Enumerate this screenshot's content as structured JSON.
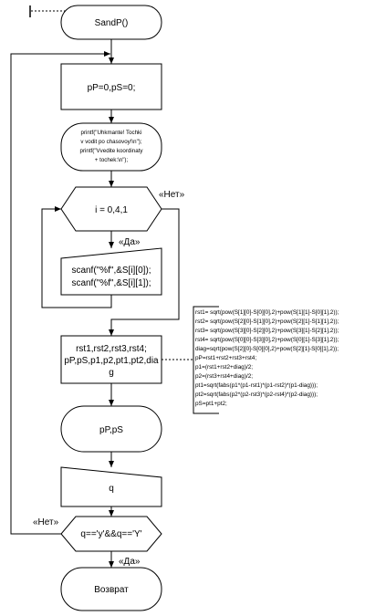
{
  "flowchart": {
    "start": "SandP()",
    "assign": "pP=0,pS=0;",
    "print_lines": [
      "printf(\"Uhkmante! Tochki",
      "v vodit po chasovoy!\\n\");",
      "printf(\"Vvedite koordinaty",
      "+ tochek:\\n\");"
    ],
    "loop_condition": "i = 0,4,1",
    "loop_no_label": "«Нет»",
    "loop_yes_label": "«Да»",
    "input_lines": [
      "scanf(\"%f\",&S[i][0]);",
      "scanf(\"%f\",&S[i][1]);"
    ],
    "compute_lines": [
      "rst1,rst2,rst3,rst4;",
      "pP,pS,p1,p2,pt1,pt2,dia",
      "g"
    ],
    "code_lines": [
      "rst1= sqrt(pow(S[1][0]-S[0][0],2)+pow(S[1][1]-S[0][1],2));",
      "rst2= sqrt(pow(S[2][0]-S[1][0],2)+pow(S[2][1]-S[1][1],2));",
      "rst3= sqrt(pow(S[3][0]-S[2][0],2)+pow(S[3][1]-S[2][1],2));",
      "rst4= sqrt(pow(S[0][0]-S[3][0],2)+pow(S[0][1]-S[3][1],2));",
      "diag=sqrt(pow(S[2][0]-S[0][0],2)+pow(S[2][1]-S[0][1],2));",
      "pP=rst1+rst2+rst3+rst4;",
      "p1=(rst1+rst2+diag)/2;",
      "p2=(rst3+rst4+diag)/2;",
      "pt1=sqrt(fabs(p1*(p1-rst1)*(p1-rst2)*(p1-diag)));",
      "pt2=sqrt(fabs(p2*(p2-rst3)*(p2-rst4)*(p2-diag)));",
      "pS=pt1+pt2;"
    ],
    "output": "pP,pS",
    "input_q": "q",
    "repeat_condition": "q=='y'&&q=='Y'",
    "repeat_no_label": "«Нет»",
    "repeat_yes_label": "«Да»",
    "end": "Возврат"
  }
}
